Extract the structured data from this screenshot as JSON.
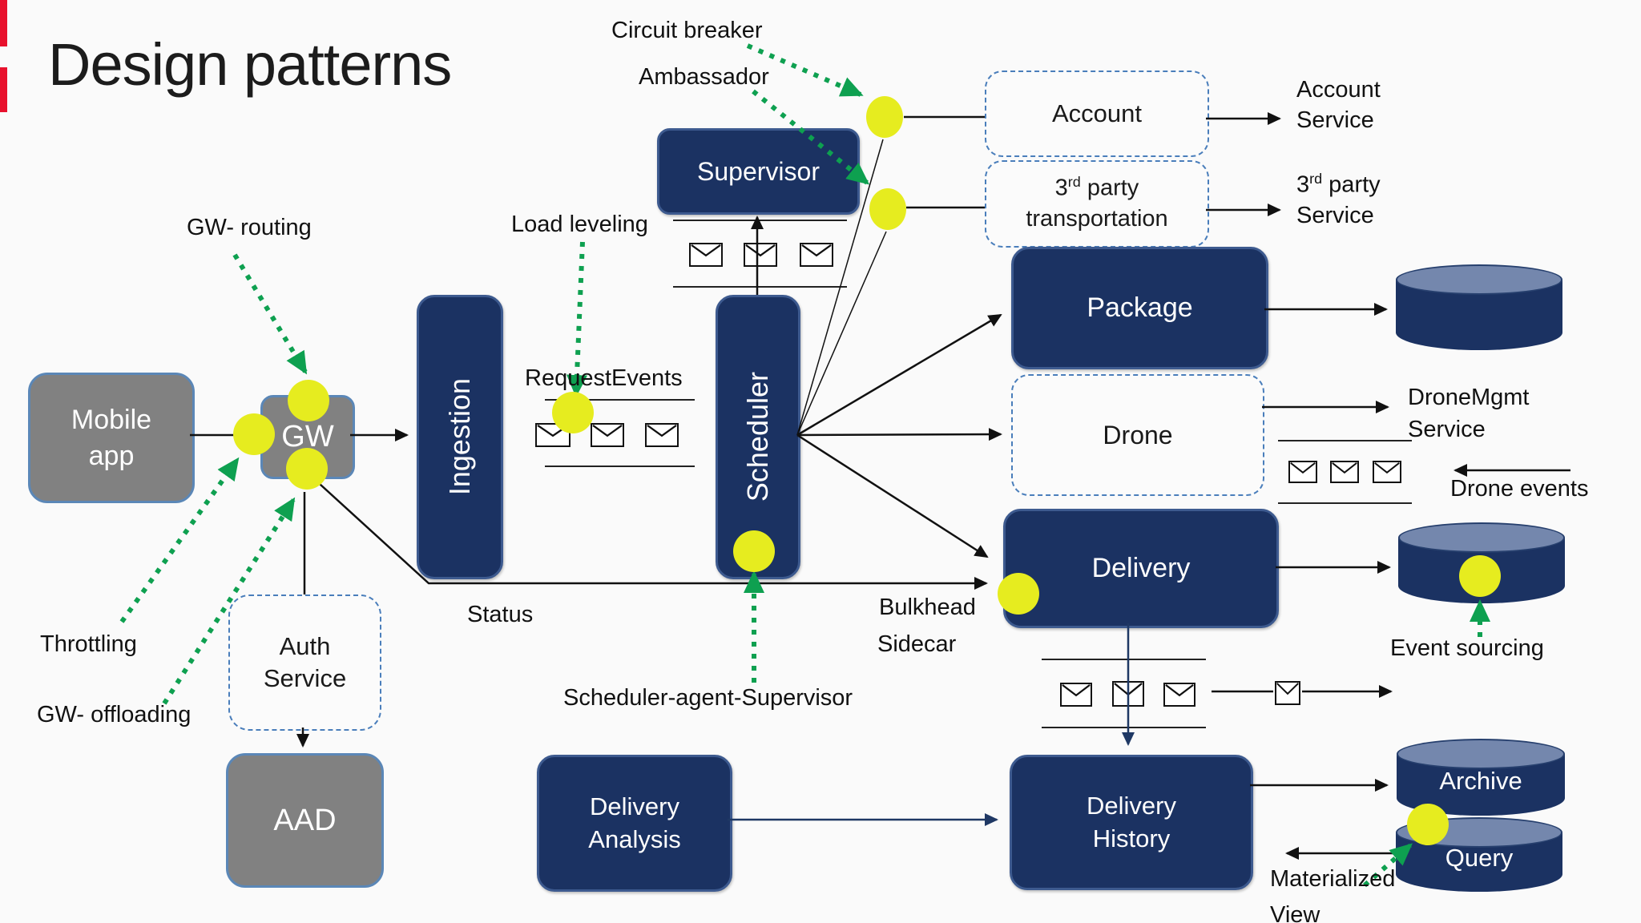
{
  "title": "Design patterns",
  "colors": {
    "navy": "#1b3262",
    "gray": "#818181",
    "yellow_marker": "#e6ec1f",
    "green_pattern": "#0ea050",
    "dashed_border": "#4a7ebb",
    "cylinder_top": "#7487ad",
    "background": "#fafafa"
  },
  "nodes": {
    "mobile_app": {
      "line1": "Mobile",
      "line2": "app"
    },
    "gateway": {
      "label": "GW"
    },
    "ingestion": {
      "label": "Ingestion"
    },
    "supervisor": {
      "label": "Supervisor"
    },
    "scheduler": {
      "label": "Scheduler"
    },
    "auth_service": {
      "line1": "Auth",
      "line2": "Service"
    },
    "aad": {
      "label": "AAD"
    },
    "account": {
      "label": "Account"
    },
    "third_party": {
      "base": "3",
      "sup": "rd",
      "rest": " party",
      "line2": "transportation"
    },
    "package": {
      "label": "Package"
    },
    "drone": {
      "label": "Drone"
    },
    "delivery": {
      "label": "Delivery"
    },
    "delivery_analysis": {
      "line1": "Delivery",
      "line2": "Analysis"
    },
    "delivery_history": {
      "line1": "Delivery",
      "line2": "History"
    },
    "archive_db": {
      "label": "Archive"
    },
    "query_db": {
      "label": "Query"
    }
  },
  "labels": {
    "circuit_breaker": "Circuit breaker",
    "ambassador": "Ambassador",
    "gw_routing": "GW- routing",
    "load_leveling": "Load leveling",
    "request_events": "RequestEvents",
    "throttling": "Throttling",
    "gw_offloading": "GW- offloading",
    "status": "Status",
    "scheduler_agent_supervisor": "Scheduler-agent-Supervisor",
    "bulkhead": "Bulkhead",
    "sidecar": "Sidecar",
    "account_service": {
      "line1": "Account",
      "line2": "Service"
    },
    "third_party_service": {
      "base": "3",
      "sup": "rd",
      "rest": " party",
      "line2": "Service"
    },
    "dronemgmt_service": {
      "line1": "DroneMgmt",
      "line2": "Service"
    },
    "drone_events": "Drone events",
    "event_sourcing": "Event sourcing",
    "materialized_view": {
      "line1": "Materialized",
      "line2": "View"
    }
  }
}
